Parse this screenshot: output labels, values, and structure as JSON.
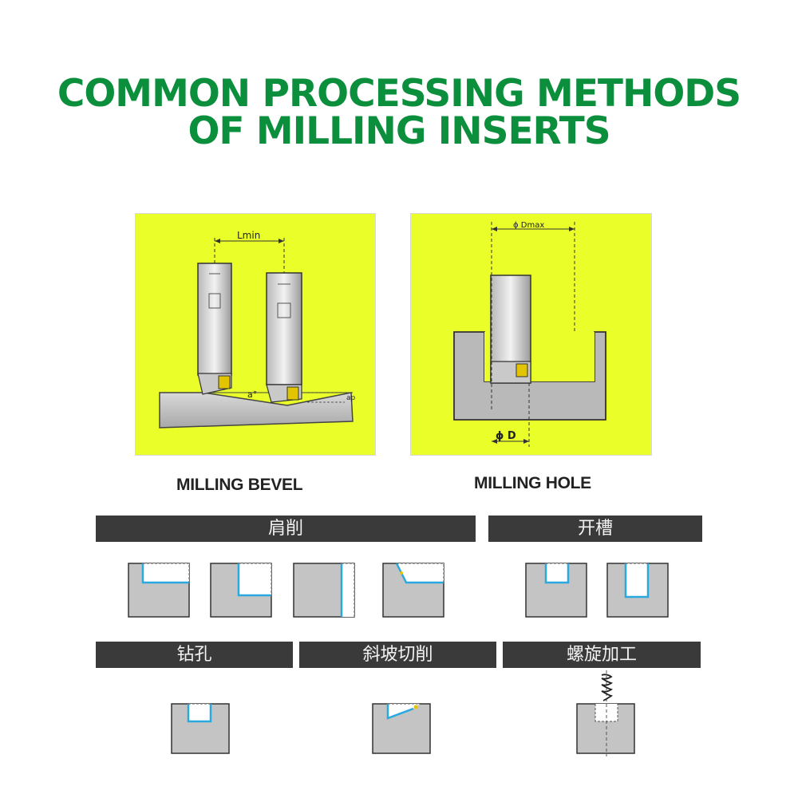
{
  "title": {
    "line1": "COMMON PROCESSING METHODS",
    "line2": "OF MILLING INSERTS"
  },
  "panels": {
    "bevel": {
      "caption": "MILLING BEVEL",
      "lmin": "Lmin",
      "angle": "a°",
      "ap": "ap"
    },
    "hole": {
      "caption": "MILLING HOLE",
      "dmax": "ϕ Dmax",
      "d": "ϕ D"
    }
  },
  "bars": {
    "shoulder": "肩削",
    "slot": "开槽",
    "drill": "钻孔",
    "ramp": "斜坡切削",
    "helical": "螺旋加工"
  },
  "colors": {
    "title": "#0b8f3c",
    "panel": "#eaff2a",
    "bar": "#3a3a3a",
    "cut": "#2aa8e0"
  }
}
